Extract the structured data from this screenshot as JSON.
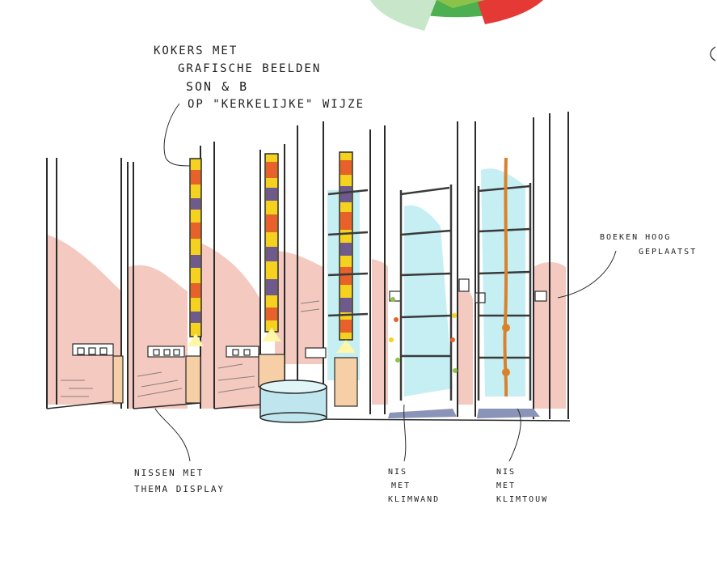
{
  "annotations": {
    "kokers": [
      "KOKERS MET",
      "GRAFISCHE BEELDEN",
      "SON & B",
      "OP \"KERKELIJKE\" WIJZE"
    ],
    "boeken": [
      "BOEKEN HOOG",
      "GEPLAATST"
    ],
    "nissen": [
      "NISSEN MET",
      "THEMA DISPLAY"
    ],
    "nis_klimwand": [
      "NIS",
      "MET",
      "KLIMWAND"
    ],
    "nis_klimtouw": [
      "NIS",
      "MET",
      "KLIMTOUW"
    ]
  },
  "colors": {
    "wall_pink": "#f4c9c0",
    "glass_cyan": "#c6eff4",
    "tube_yellow": "#f5d21f",
    "tube_red": "#e8612a",
    "tube_purple": "#6e5a8c",
    "rope_orange": "#d9822b",
    "plinth_peach": "#f6cfa6",
    "pedestal_blue": "#bfe6ee",
    "ink": "#2a2a2a"
  },
  "icons": [
    "circle-image-fragment"
  ]
}
